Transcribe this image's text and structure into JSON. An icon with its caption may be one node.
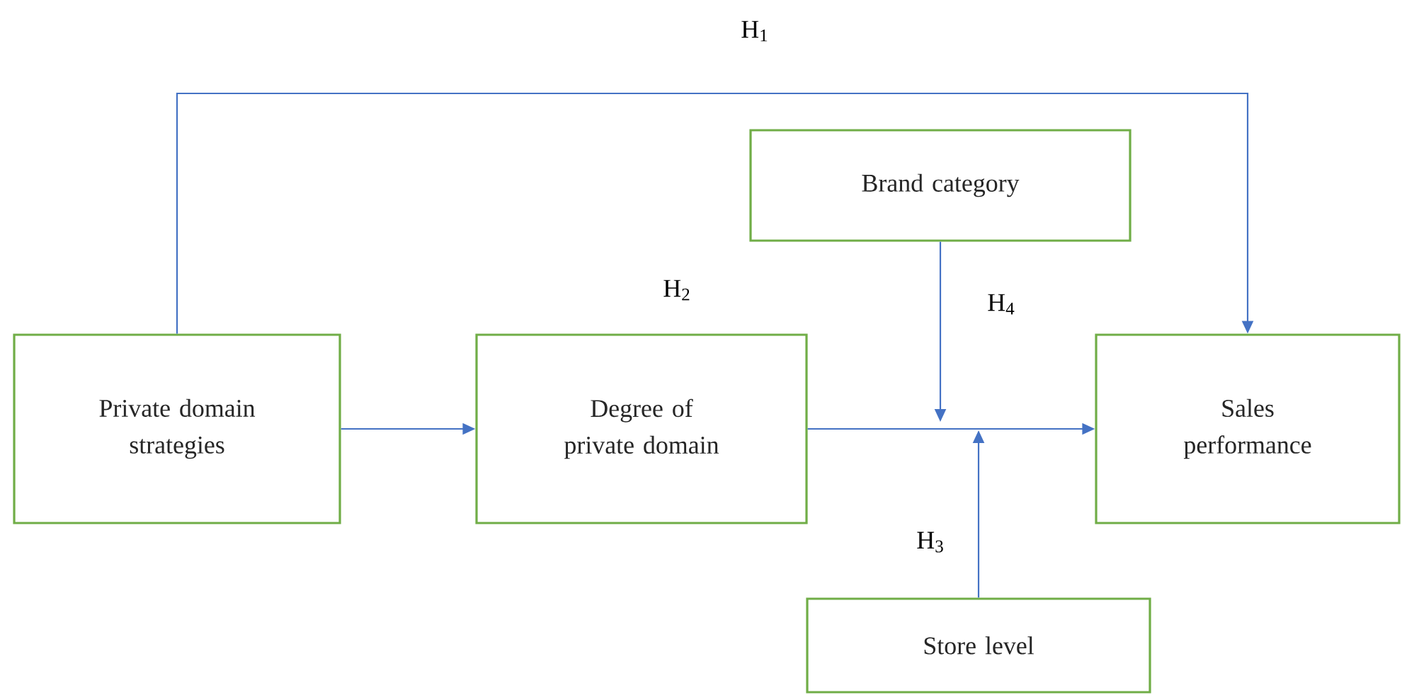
{
  "diagram": {
    "nodes": [
      {
        "text": [
          "Private domain strategies"
        ]
      },
      {
        "text": [
          "Degree of private domain"
        ]
      },
      {
        "text": [
          "Brand category"
        ]
      },
      {
        "text": [
          "Sales performance"
        ]
      },
      {
        "text": [
          "Store level"
        ]
      }
    ],
    "edges": [
      {
        "from": 0,
        "to": 3,
        "arrow": "to",
        "label": "H$_{1}$"
      },
      {
        "from": 0,
        "to": 1,
        "arrow": "to"
      },
      {
        "from": 1,
        "to": 3,
        "arrow": "to"
      },
      {
        "from": 2,
        "to": null,
        "arrow": "to",
        "label": "H$_{4}$"
      },
      {
        "from": 4,
        "to": null,
        "arrow": "to",
        "label": "H$_{3}$"
      }
    ],
    "labels": [
      "H$_{2}$"
    ]
  }
}
